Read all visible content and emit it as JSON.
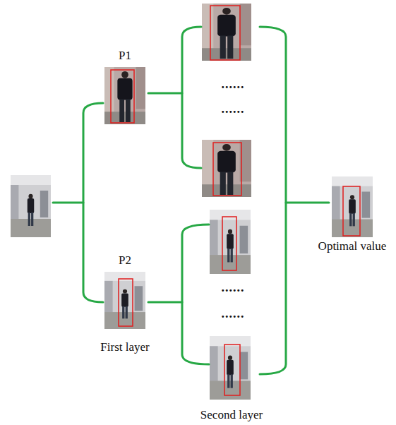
{
  "diagram": {
    "nodes": [
      {
        "text": [
          "P1"
        ]
      },
      {
        "text": [
          "P2"
        ]
      },
      {
        "text": [
          "Optimal value"
        ]
      }
    ],
    "labels": [
      "......",
      "......",
      "......",
      "......",
      "First layer",
      "Second layer"
    ]
  }
}
